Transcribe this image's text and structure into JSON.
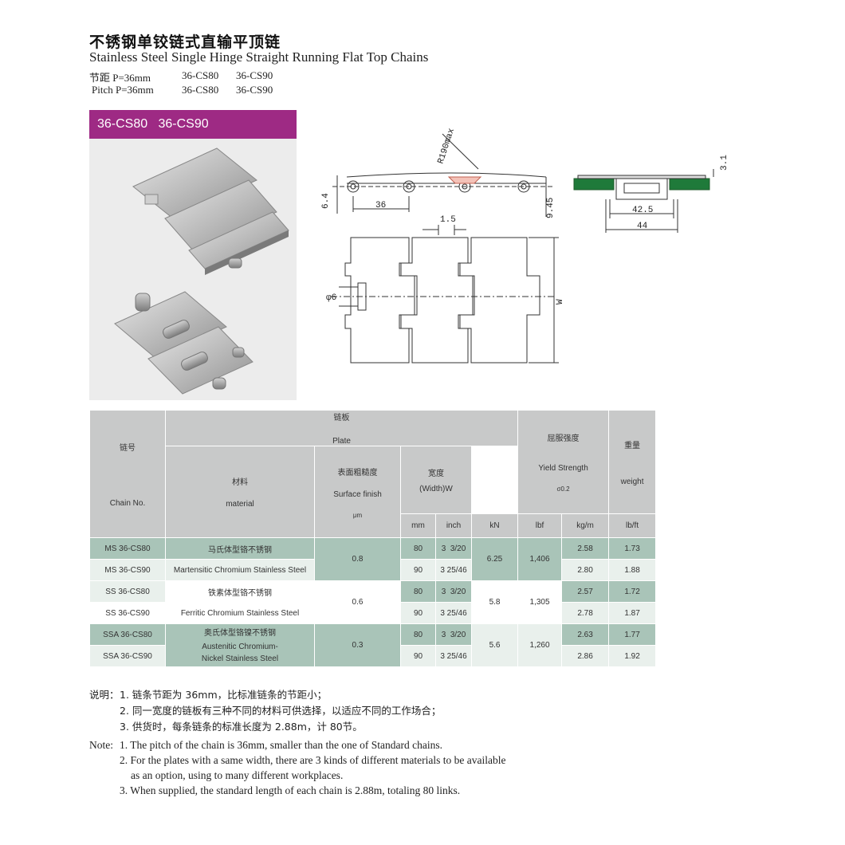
{
  "header": {
    "title_cn": "不锈钢单铰链式直输平顶链",
    "title_en": "Stainless Steel Single Hinge Straight Running Flat Top Chains",
    "pitch_cn": "节距 P=36mm",
    "pitch_en": "Pitch P=36mm",
    "models": [
      "36-CS80",
      "36-CS90"
    ]
  },
  "product_label": "36-CS80   36-CS90",
  "drawing": {
    "r190": "R190max",
    "dim_64": "6.4",
    "dim_36": "36",
    "dim_945": "9.45",
    "dim_15": "1.5",
    "dim_31": "3.1",
    "dim_425": "42.5",
    "dim_44": "44",
    "dim_phi6": "φ6",
    "dim_w": "W"
  },
  "table": {
    "chain_no_cn": "链号",
    "chain_no_en": "Chain No.",
    "plate_cn": "链板",
    "plate_en": "Plate",
    "material_cn": "材料",
    "material_en": "material",
    "surface_cn": "表面粗糙度",
    "surface_en": "Surface finish",
    "surface_unit": "μm",
    "width_cn": "宽度",
    "width_en": "(Width)W",
    "yield_cn": "屈服强度",
    "yield_en": "Yield Strength",
    "yield_sym": "σ0.2",
    "weight_cn": "重量",
    "weight_en": "weight",
    "units": [
      "mm",
      "inch",
      "kN",
      "lbf",
      "kg/m",
      "lb/ft"
    ],
    "groups": [
      {
        "material_cn": "马氏体型铬不锈钢",
        "material_en": "Martensitic Chromium Stainless Steel",
        "surface": "0.8",
        "kn": "6.25",
        "lbf": "1,406",
        "rows": [
          {
            "chain": "MS 36-CS80",
            "mm": "80",
            "inch": "3  3/20",
            "kgm": "2.58",
            "lbft": "1.73"
          },
          {
            "chain": "MS 36-CS90",
            "mm": "90",
            "inch": "3 25/46",
            "kgm": "2.80",
            "lbft": "1.88"
          }
        ]
      },
      {
        "material_cn": "铁素体型铬不锈钢",
        "material_en": "Ferritic Chromium Stainless Steel",
        "surface": "0.6",
        "kn": "5.8",
        "lbf": "1,305",
        "rows": [
          {
            "chain": "SS 36-CS80",
            "mm": "80",
            "inch": "3  3/20",
            "kgm": "2.57",
            "lbft": "1.72"
          },
          {
            "chain": "SS 36-CS90",
            "mm": "90",
            "inch": "3 25/46",
            "kgm": "2.78",
            "lbft": "1.87"
          }
        ]
      },
      {
        "material_cn": "奥氏体型铬镍不锈钢",
        "material_en": "Austenitic Chromium-Nickel Stainless Steel",
        "surface": "0.3",
        "kn": "5.6",
        "lbf": "1,260",
        "rows": [
          {
            "chain": "SSA 36-CS80",
            "mm": "80",
            "inch": "3  3/20",
            "kgm": "2.63",
            "lbft": "1.77"
          },
          {
            "chain": "SSA 36-CS90",
            "mm": "90",
            "inch": "3 25/46",
            "kgm": "2.86",
            "lbft": "1.92"
          }
        ]
      }
    ]
  },
  "notes_cn": {
    "label": "说明：",
    "items": [
      "1. 链条节距为 36mm，比标准链条的节距小；",
      "2. 同一宽度的链板有三种不同的材料可供选择，以适应不同的工作场合；",
      "3. 供货时，每条链条的标准长度为 2.88m，计 80节。"
    ]
  },
  "notes_en": {
    "label": "Note:",
    "items": [
      "1. The pitch of the chain is 36mm, smaller than the one of Standard chains.",
      "2. For the plates with a same width, there are 3 kinds of different materials to be available",
      "as an option, using to many different workplaces.",
      "3. When supplied, the standard length of each chain is 2.88m, totaling 80 links."
    ]
  }
}
